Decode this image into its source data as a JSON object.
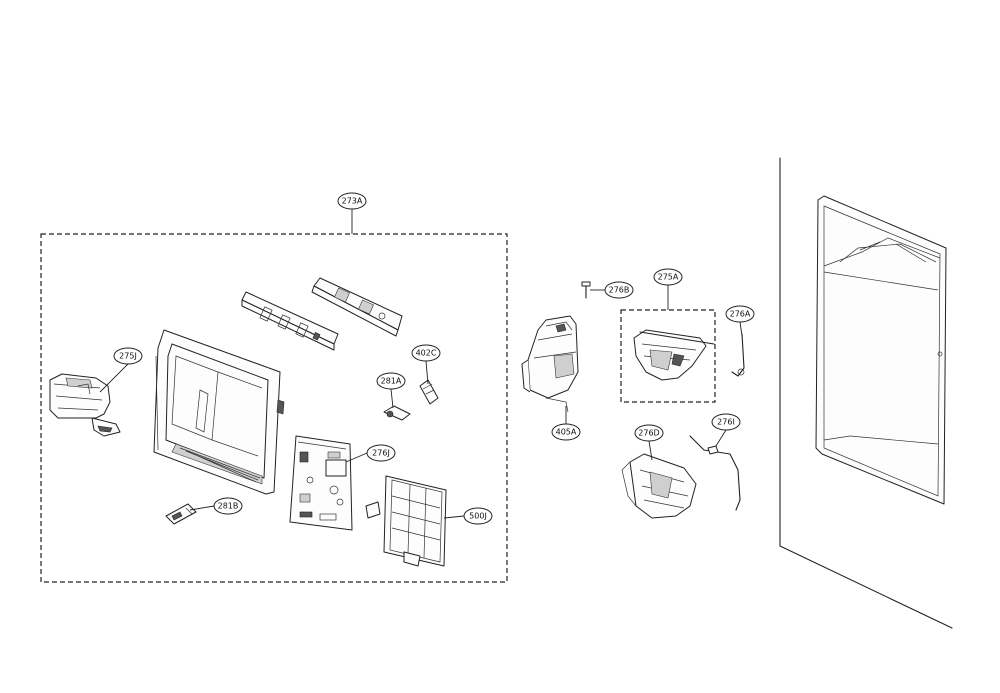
{
  "callouts": {
    "c273A": "273A",
    "c275J": "275J",
    "c402C": "402C",
    "c281A": "281A",
    "c276J": "276J",
    "c281B": "281B",
    "c500J": "500J",
    "c276B": "276B",
    "c275A": "275A",
    "c405A": "405A",
    "c276A": "276A",
    "c276D": "276D",
    "c276I": "276I"
  }
}
